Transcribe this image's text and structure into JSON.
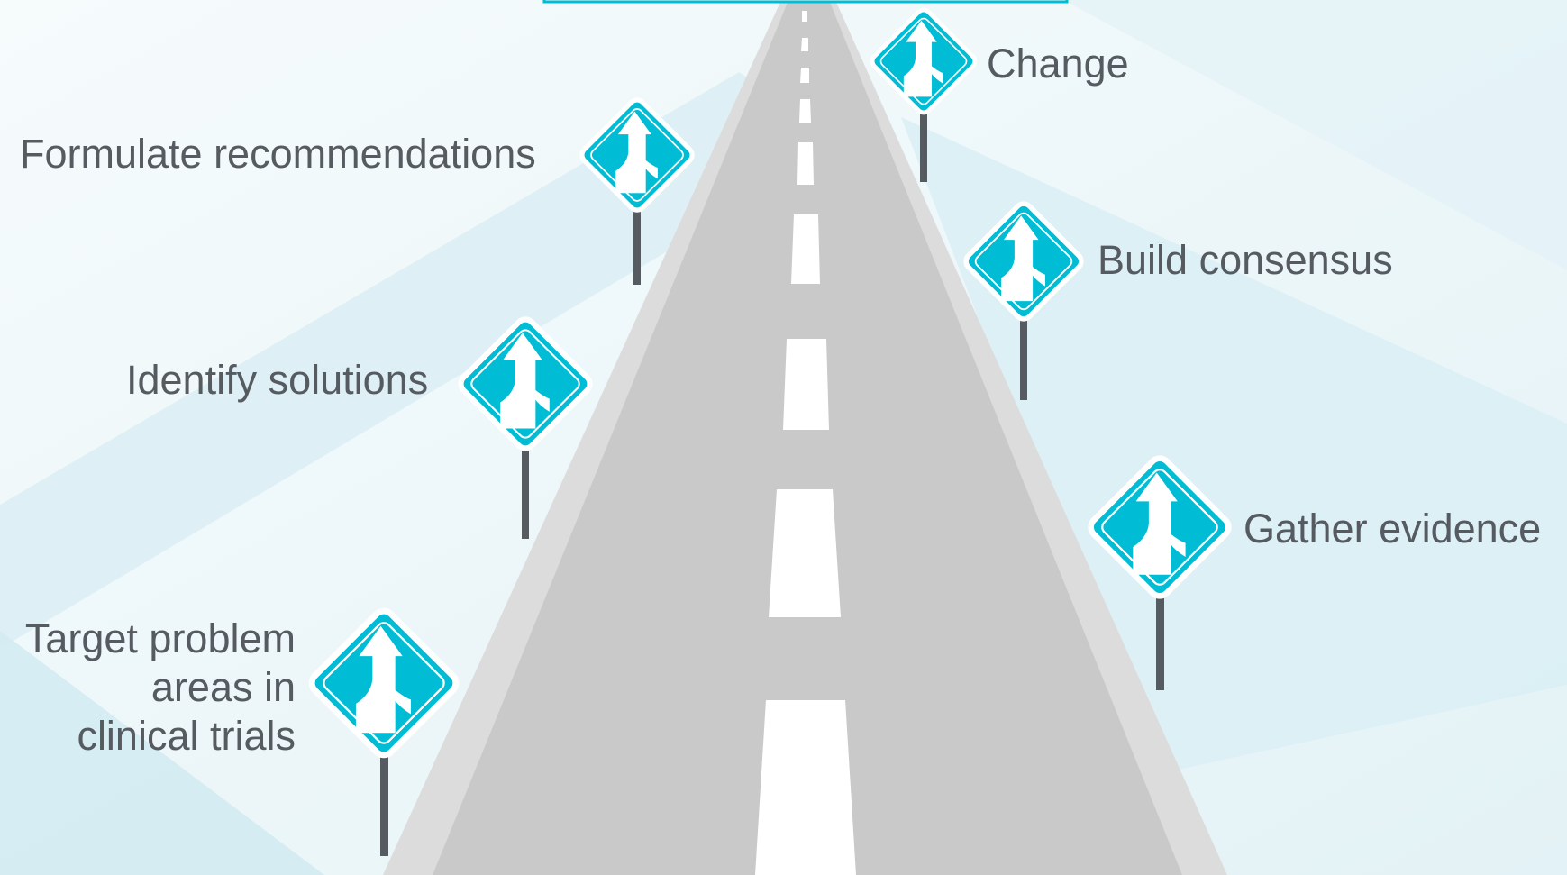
{
  "colors": {
    "background": "#eef7fa",
    "band": "#d7edf3",
    "road": "#c9c9c9",
    "shoulder": "#dcdcdc",
    "lane_marking": "#ffffff",
    "sign_fill": "#00bcd4",
    "sign_border": "#ffffff",
    "post": "#555b60",
    "text": "#555b60",
    "top_box_border": "#00bcd4"
  },
  "sign_icon": "merge-arrow-icon",
  "signs": [
    {
      "id": "change",
      "label": "Change"
    },
    {
      "id": "formulate-recommendations",
      "label": "Formulate recommendations"
    },
    {
      "id": "build-consensus",
      "label": "Build consensus"
    },
    {
      "id": "identify-solutions",
      "label": "Identify solutions"
    },
    {
      "id": "gather-evidence",
      "label": "Gather evidence"
    },
    {
      "id": "target-problem-areas",
      "label_lines": [
        "Target problem",
        "areas in",
        "clinical trials"
      ]
    }
  ]
}
